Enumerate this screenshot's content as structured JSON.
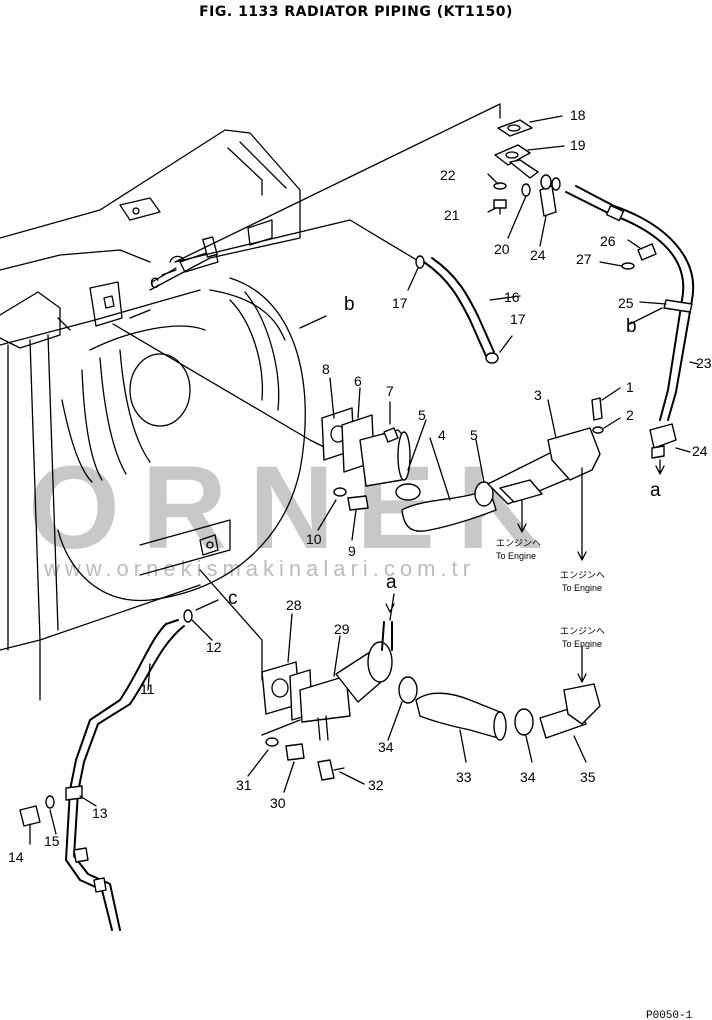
{
  "title": "FIG. 1133   RADIATOR PIPING (KT1150)",
  "watermark": {
    "main": "ORNEK",
    "url": "www.ornekismakinalari.com.tr"
  },
  "engine_labels": [
    {
      "jp": "エンジンへ",
      "en": "To  Engine"
    },
    {
      "jp": "エンジンへ",
      "en": "To  Engine"
    },
    {
      "jp": "エンジンへ",
      "en": "To  Engine"
    }
  ],
  "letters": {
    "a": "a",
    "b": "b",
    "c": "c"
  },
  "callouts": [
    "1",
    "2",
    "3",
    "4",
    "5",
    "5",
    "6",
    "7",
    "8",
    "9",
    "10",
    "11",
    "12",
    "13",
    "14",
    "15",
    "16",
    "17",
    "17",
    "18",
    "19",
    "20",
    "21",
    "22",
    "23",
    "24",
    "24",
    "25",
    "26",
    "27",
    "28",
    "29",
    "30",
    "31",
    "32",
    "33",
    "34",
    "34",
    "35"
  ],
  "page_label": "P0050-1"
}
